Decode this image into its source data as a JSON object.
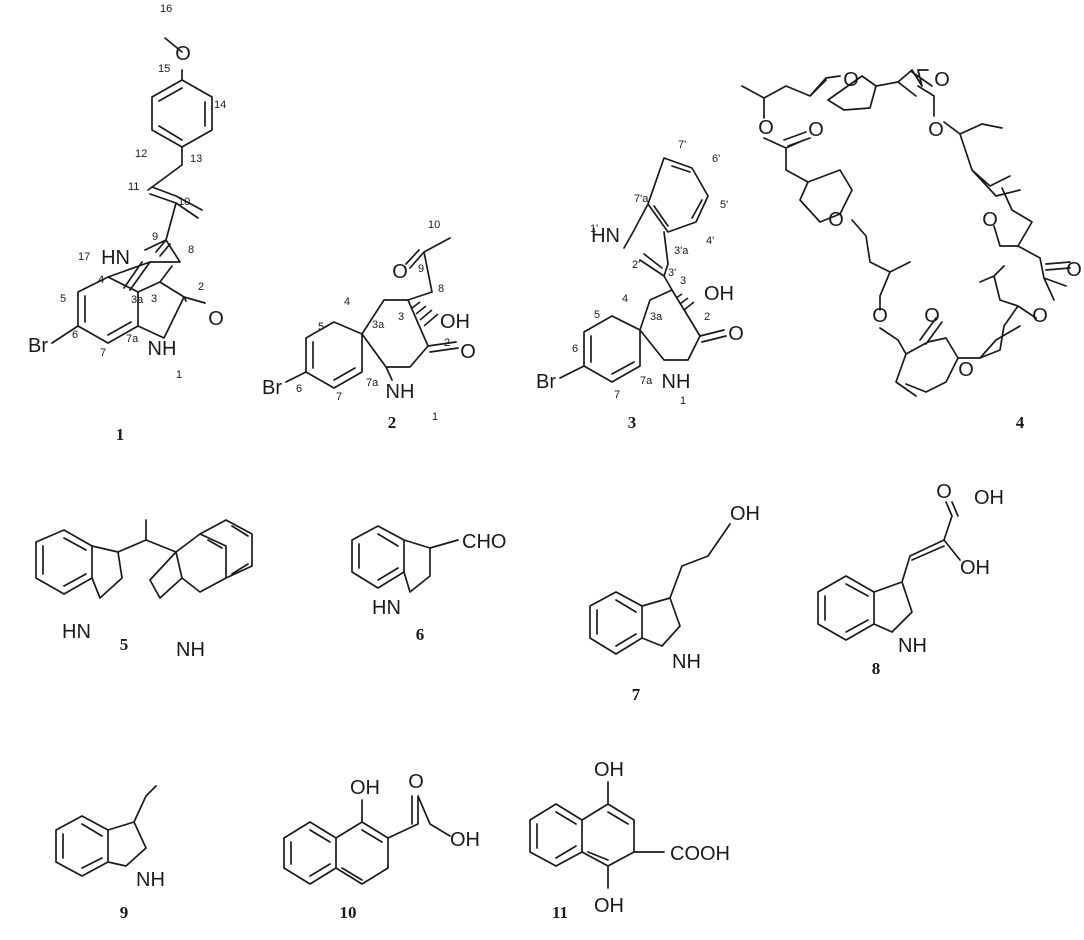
{
  "figure": {
    "compounds": [
      {
        "id": "1",
        "atoms": {
          "O15": "O",
          "NH17": "HN",
          "Br": "Br",
          "O2": "O",
          "NH1": "NH"
        },
        "positions": {
          "n16": "16",
          "n15": "15",
          "n14": "14",
          "n13": "13",
          "n12": "12",
          "n11": "11",
          "n10": "10",
          "n9": "9",
          "n17": "17",
          "n8": "8",
          "n4": "4",
          "n5": "5",
          "n3a": "3a",
          "n3": "3",
          "n2": "2",
          "n6": "6",
          "n7": "7",
          "n7a": "7a",
          "n1": "1"
        }
      },
      {
        "id": "2",
        "atoms": {
          "O9": "O",
          "OH": "OH",
          "O2": "O",
          "Br": "Br",
          "NH": "NH"
        },
        "positions": {
          "n10": "10",
          "n9": "9",
          "n8": "8",
          "n4": "4",
          "n5": "5",
          "n3a": "3a",
          "n3": "3",
          "n2": "2",
          "n6": "6",
          "n7": "7",
          "n7a": "7a",
          "n1": "1"
        }
      },
      {
        "id": "3",
        "atoms": {
          "NH1p": "HN",
          "OH": "OH",
          "O2": "O",
          "Br": "Br",
          "NH": "NH"
        },
        "positions": {
          "n7p": "7'",
          "n6p": "6'",
          "n5p": "5'",
          "n4p": "4'",
          "n7ap": "7'a",
          "n1p": "1'",
          "n3ap": "3'a",
          "n2p": "2'",
          "n3p": "3'",
          "n4": "4",
          "n5": "5",
          "n3a": "3a",
          "n3": "3",
          "n2": "2",
          "n6": "6",
          "n7": "7",
          "n7a": "7a",
          "n1": "1"
        }
      },
      {
        "id": "4",
        "atoms": {
          "O": "O"
        }
      },
      {
        "id": "5",
        "atoms": {
          "NHa": "HN",
          "NHb": "NH"
        }
      },
      {
        "id": "6",
        "atoms": {
          "NH": "HN",
          "CHO": "CHO"
        }
      },
      {
        "id": "7",
        "atoms": {
          "OH": "OH",
          "NH": "NH"
        }
      },
      {
        "id": "8",
        "atoms": {
          "O": "O",
          "OHa": "OH",
          "OHb": "OH",
          "NH": "NH"
        }
      },
      {
        "id": "9",
        "atoms": {
          "NH": "NH"
        }
      },
      {
        "id": "10",
        "atoms": {
          "OHa": "OH",
          "O": "O",
          "OHb": "OH"
        }
      },
      {
        "id": "11",
        "atoms": {
          "OHa": "OH",
          "COOH": "COOH",
          "OHb": "OH"
        }
      }
    ]
  }
}
